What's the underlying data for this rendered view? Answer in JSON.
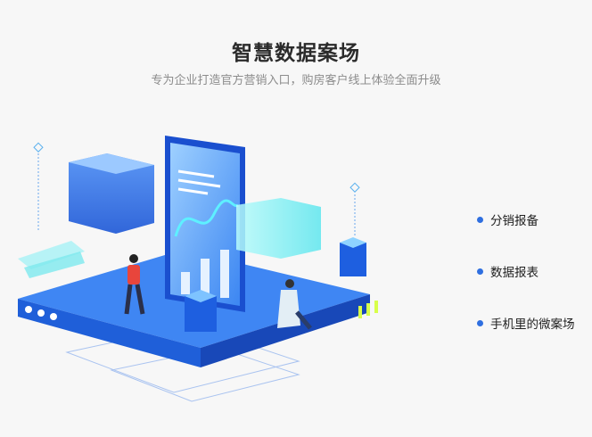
{
  "header": {
    "title": "智慧数据案场",
    "subtitle": "专为企业打造官方营销入口，购房客户线上体验全面升级"
  },
  "features": [
    {
      "label": "分销报备"
    },
    {
      "label": "数据报表"
    },
    {
      "label": "手机里的微案场"
    }
  ],
  "colors": {
    "accent": "#2f6fe0",
    "platform": "#2a6ee8",
    "cyan": "#6ef0f0"
  }
}
